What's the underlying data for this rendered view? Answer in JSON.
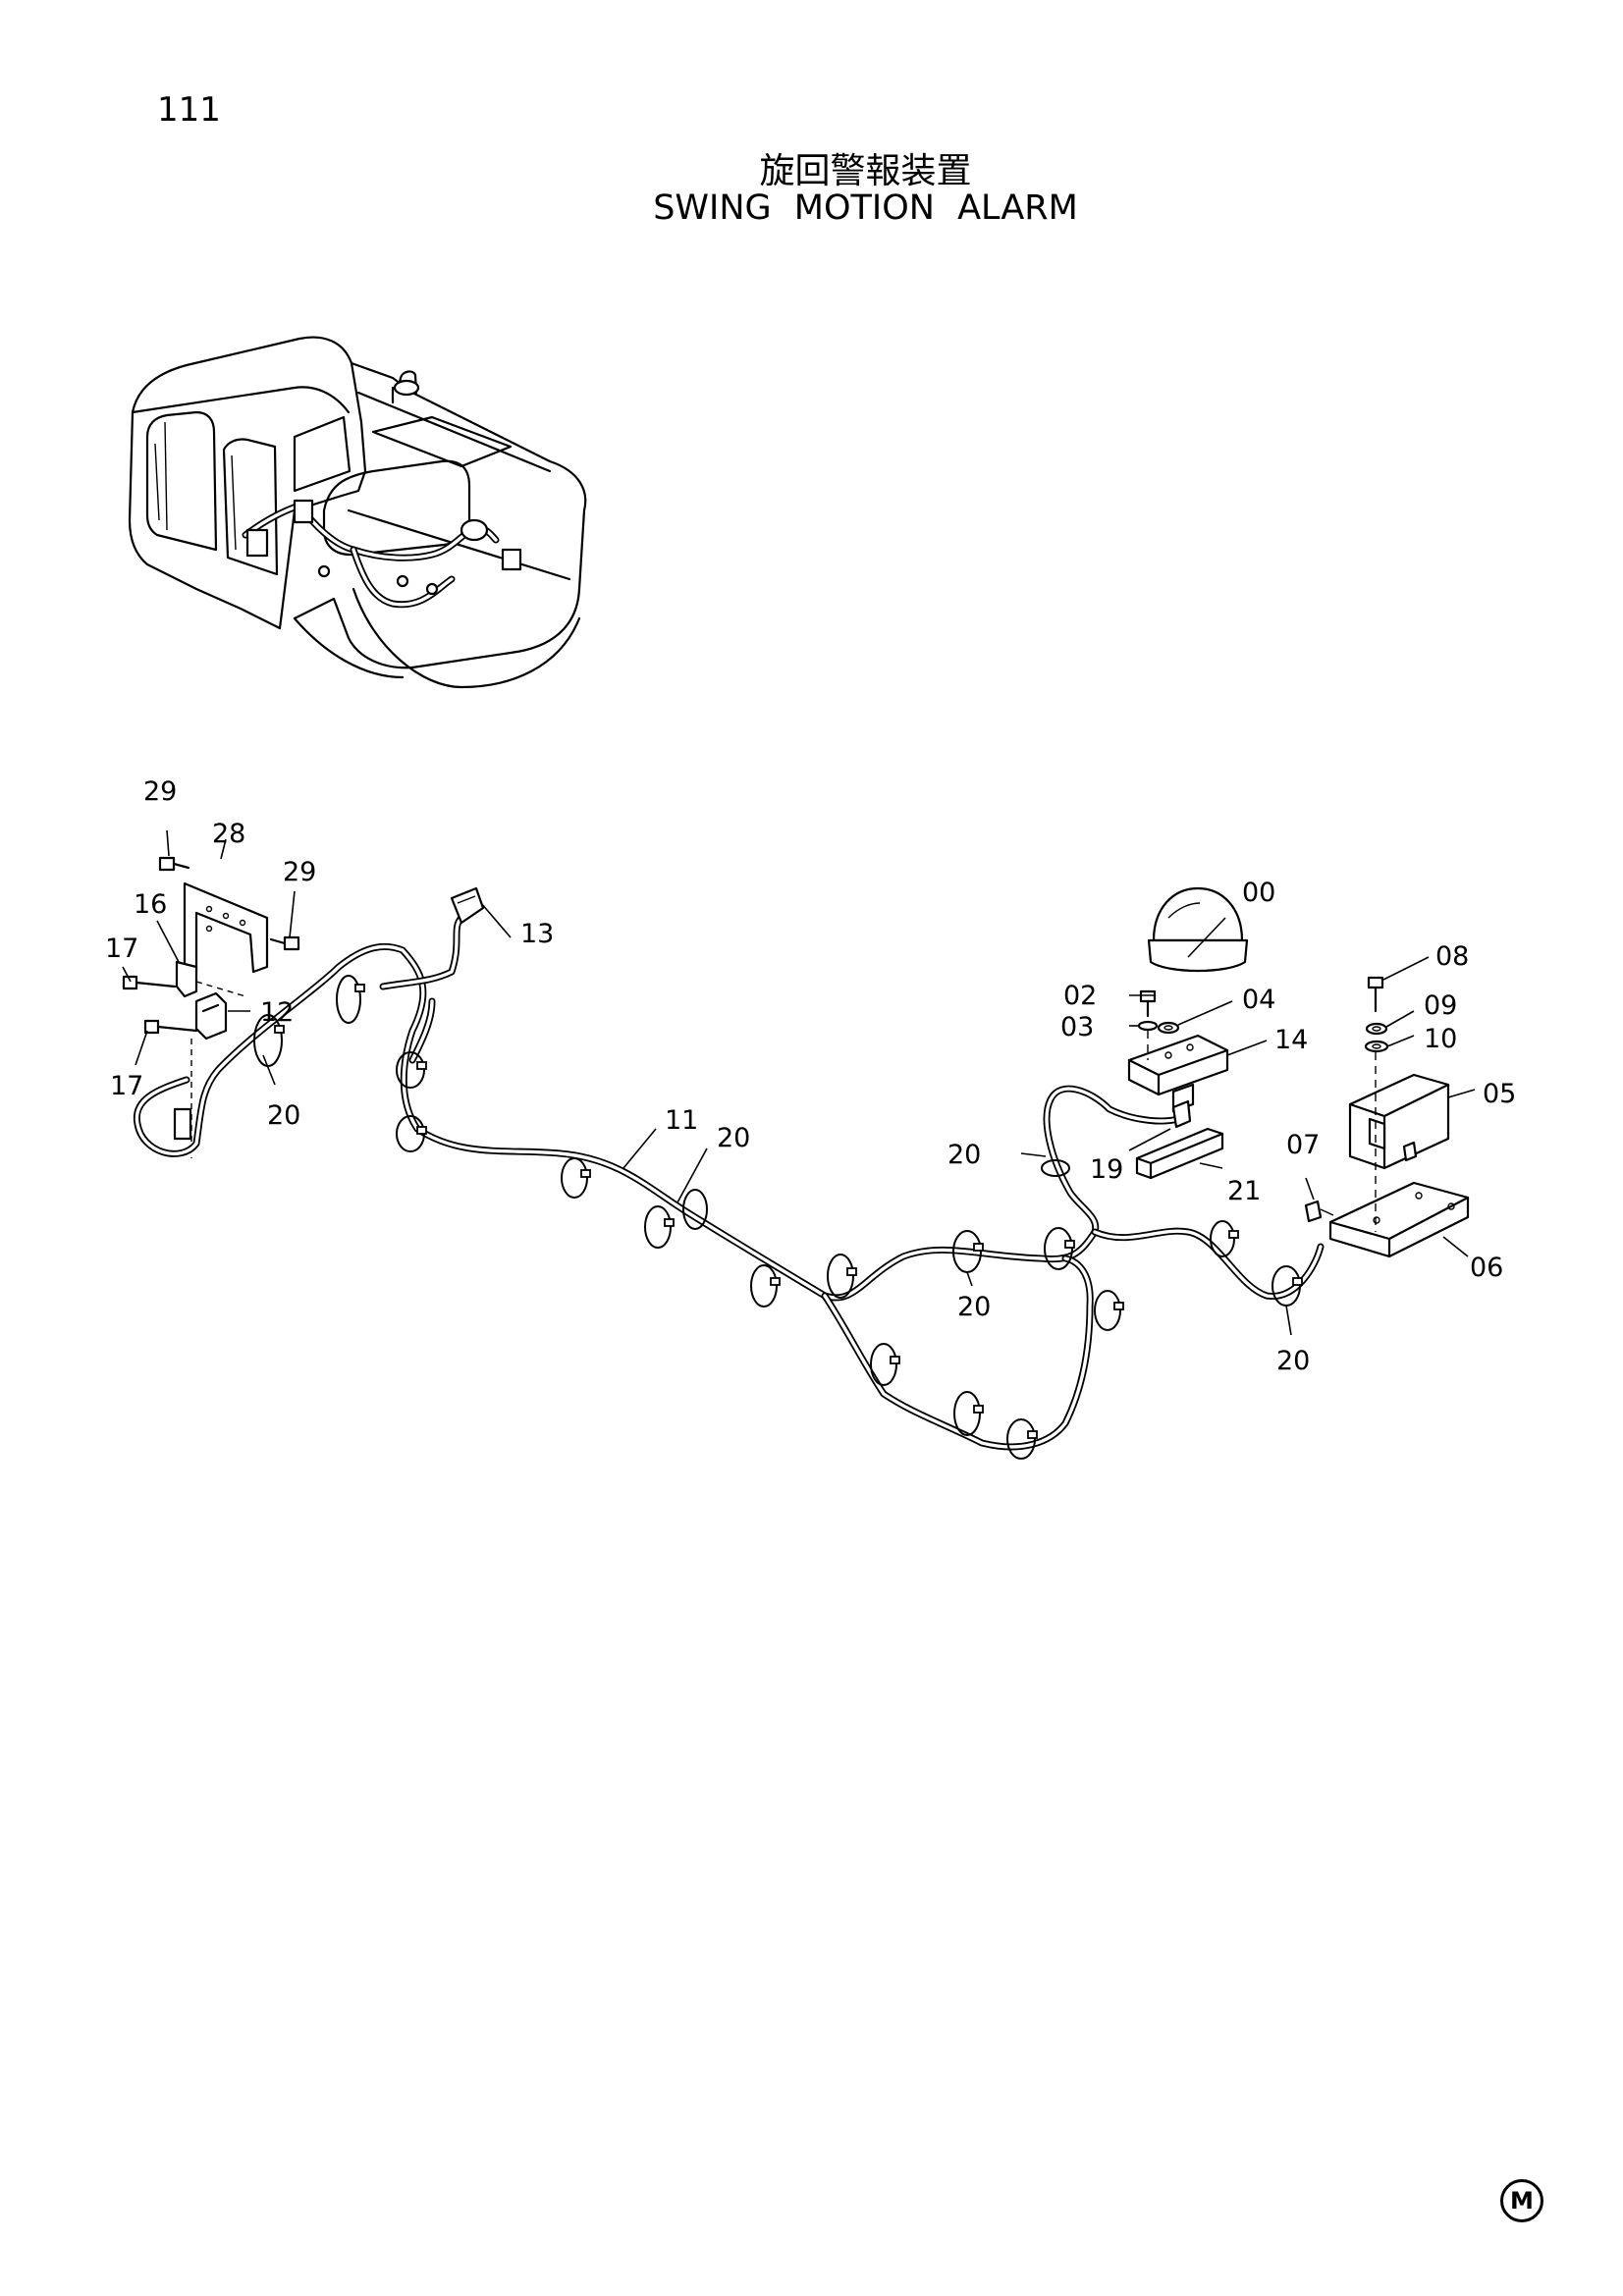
{
  "page_number": "111",
  "title": {
    "japanese": "旋回警報装置",
    "english": "SWING  MOTION  ALARM"
  },
  "callouts": {
    "c00": "00",
    "c02": "02",
    "c03": "03",
    "c04": "04",
    "c05": "05",
    "c06": "06",
    "c07": "07",
    "c08": "08",
    "c09": "09",
    "c10": "10",
    "c11": "11",
    "c12": "12",
    "c13": "13",
    "c14": "14",
    "c16": "16",
    "c17a": "17",
    "c17b": "17",
    "c19": "19",
    "c20a": "20",
    "c20b": "20",
    "c20c": "20",
    "c20d": "20",
    "c20e": "20",
    "c21": "21",
    "c28": "28",
    "c29a": "29",
    "c29b": "29"
  },
  "footer_mark": "M",
  "overview_illustration": "excavator-harness-overview",
  "exploded_view": "swing-alarm-harness-exploded"
}
